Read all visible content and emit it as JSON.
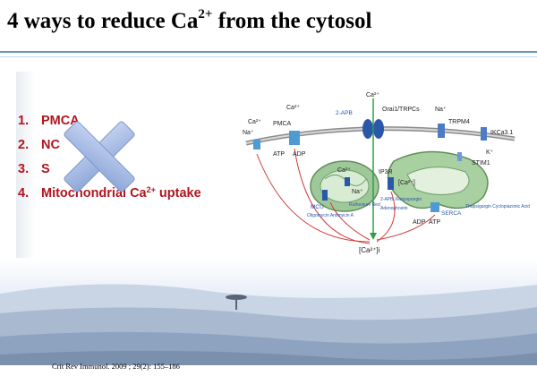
{
  "slide": {
    "title_main": "4 ways to reduce Ca",
    "title_sup": "2+",
    "title_tail": " from the cytosol",
    "items": [
      {
        "num": "1.",
        "text": "PMCA",
        "sup": "",
        "tail": "",
        "crossed": true
      },
      {
        "num": "2.",
        "text": "NC",
        "sup": "",
        "tail": "",
        "crossed": true
      },
      {
        "num": "3.",
        "text": "S",
        "sup": "",
        "tail": "",
        "crossed": true
      },
      {
        "num": "4.",
        "text": "Mitochondrial Ca",
        "sup": "2+",
        "tail": " uptake",
        "crossed": false
      }
    ],
    "citation": "Crit Rev Immunol. 2009 ; 29(2): 155–186"
  },
  "diagram": {
    "labels": {
      "ca_top": "Ca²⁺",
      "orai": "Orai1/TRPCs",
      "twoapb": "2-APB",
      "na_top": "Na⁺",
      "trpm4": "TRPM4",
      "kca": "IKCa3.1",
      "kplus": "K⁺",
      "stim1": "STIM1",
      "ca_pmca": "Ca²⁺",
      "pmca": "PMCA",
      "ca_ncx": "Ca²⁺",
      "na_ncx": "Na⁺",
      "atp_pm": "ATP",
      "adp_pm": "ADP",
      "ca_mito": "Ca²⁺",
      "na_mito": "Na⁺",
      "mcu": "MCU",
      "mcu_drugs": "Oligomycin Antimycin A",
      "ruthenium": "Ruthenium Red",
      "ip3r": "IP3R",
      "ca_er": "[Ca²⁺]",
      "twoapb_2": "2-APB Xestospongin",
      "adenophostin": "Adenophostin",
      "thaps": "Thapsigargin Cyclopiazonic Acid",
      "serca": "SERCA",
      "adp_er": "ADP",
      "atp_er": "ATP",
      "cai": "[Ca²⁺]i"
    }
  },
  "colors": {
    "accent_red": "#b0151f",
    "rule_blue": "#6f93c3",
    "cross_blue": "#a9bde6",
    "channel_blue": "#2b57a8",
    "mito_green": "#9fc89a",
    "er_green": "#a8d0a0"
  }
}
